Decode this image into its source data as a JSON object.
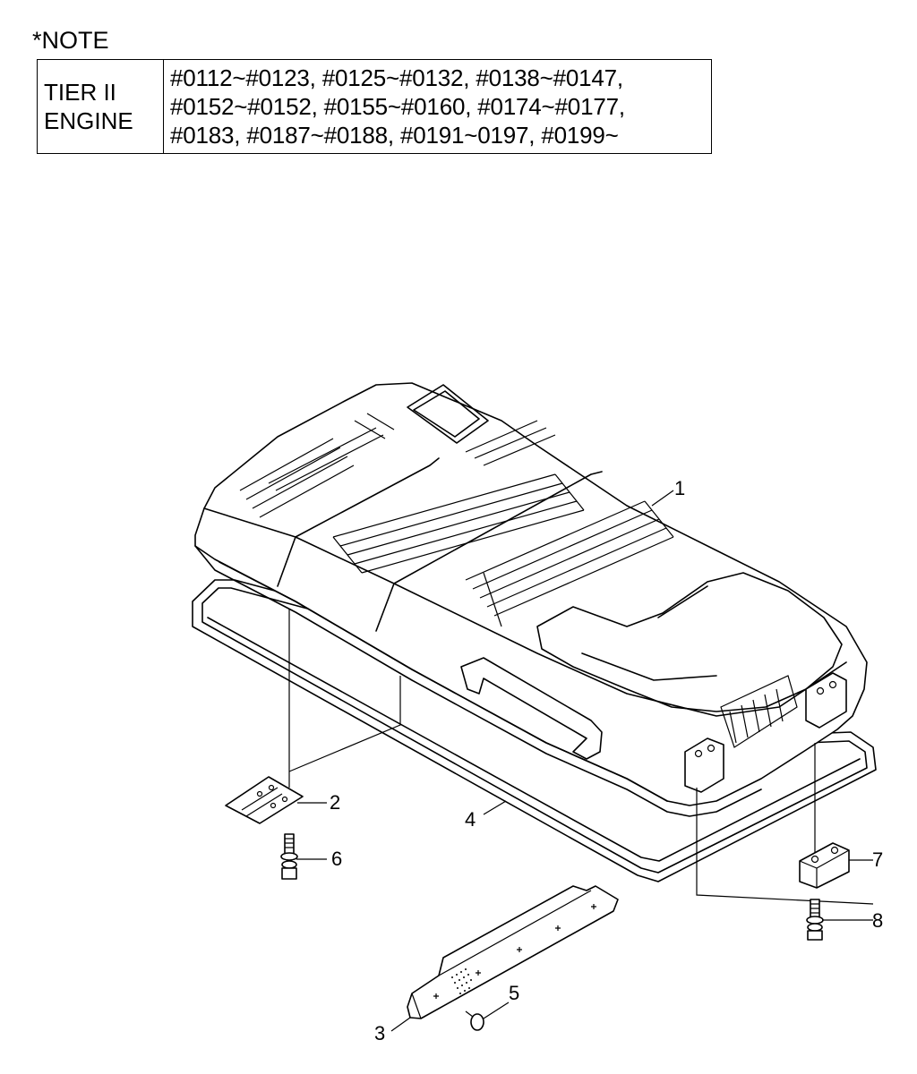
{
  "note": {
    "title": "*NOTE",
    "engine_line1": "TIER II",
    "engine_line2": "ENGINE",
    "serial_lines": [
      "#0112~#0123, #0125~#0132, #0138~#0147,",
      "#0152~#0152, #0155~#0160, #0174~#0177,",
      "#0183, #0187~#0188, #0191~0197, #0199~"
    ]
  },
  "callouts": {
    "c1": "1",
    "c2": "2",
    "c3": "3",
    "c4": "4",
    "c5": "5",
    "c6": "6",
    "c7": "7",
    "c8": "8"
  }
}
